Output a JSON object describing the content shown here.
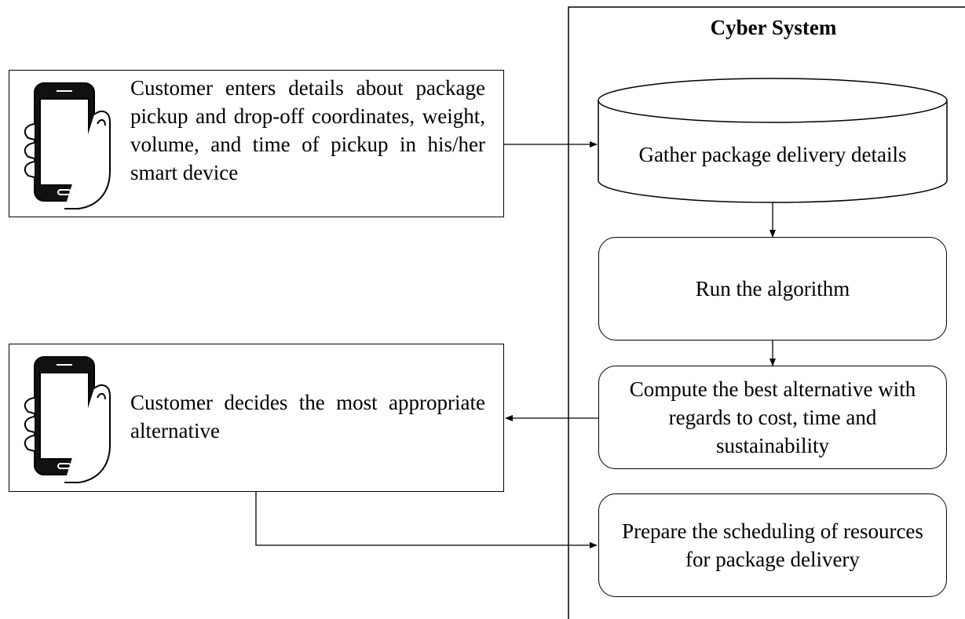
{
  "cyber_system": {
    "title": "Cyber System"
  },
  "customer_input": {
    "text": "Customer enters details about package pickup and drop-off coordinates, weight, volume, and time of pickup in his/her smart device",
    "icon": "smartphone-hand-icon"
  },
  "customer_decision": {
    "text": "Customer decides the most appropriate alternative",
    "icon": "smartphone-hand-icon"
  },
  "steps": {
    "gather": "Gather package delivery details",
    "run": "Run the algorithm",
    "compute": "Compute the best alternative with regards to cost, time and sustainability",
    "prepare": "Prepare the scheduling of resources for package delivery"
  },
  "colors": {
    "stroke": "#000000",
    "background": "#ffffff"
  }
}
